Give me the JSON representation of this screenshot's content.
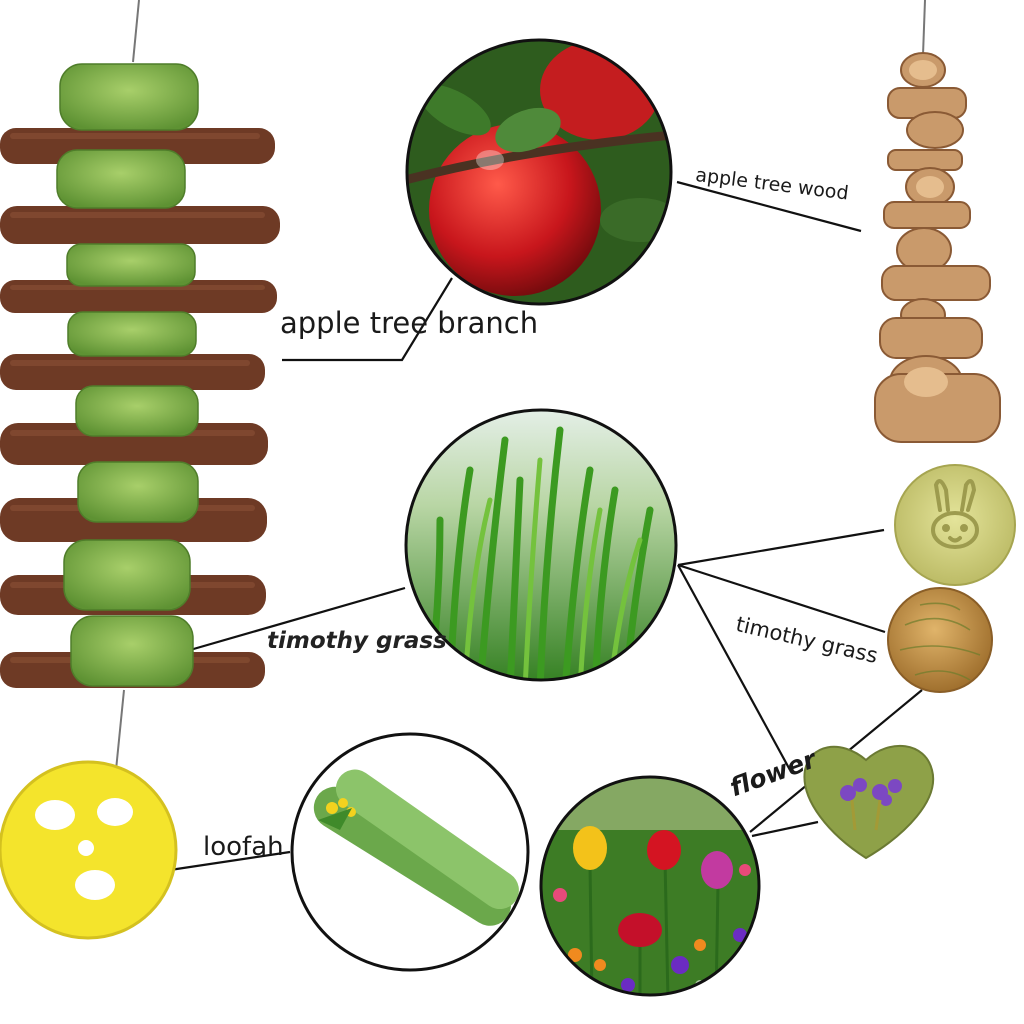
{
  "labels": {
    "apple_tree_branch": "apple tree branch",
    "apple_tree_wood": "apple tree wood",
    "timothy_grass_left": "timothy grass",
    "timothy_grass_right": "timothy grass",
    "flower": "flower",
    "loofah": "loofah"
  },
  "colors": {
    "stick": "#6e3a25",
    "grass_cake": "#7cb04a",
    "wood": "#c99a6b",
    "loofah": "#f4e42c",
    "line": "#111111",
    "apple": "#c8161c",
    "grass": "#3f9a25"
  },
  "icons": {
    "apple": "apple-branch-photo",
    "grass": "timothy-grass-photo",
    "cucumber": "loofah-gourd-photo",
    "flowers": "flower-field-photo",
    "wood_stack": "apple-wood-chew-toy",
    "stick_toy": "stick-and-grass-cake-toy",
    "loofah_slice": "loofah-slice",
    "bunny_cake": "bunny-grass-cake",
    "grass_ball": "timothy-grass-ball",
    "flower_cake": "flower-heart-grass-cake"
  }
}
